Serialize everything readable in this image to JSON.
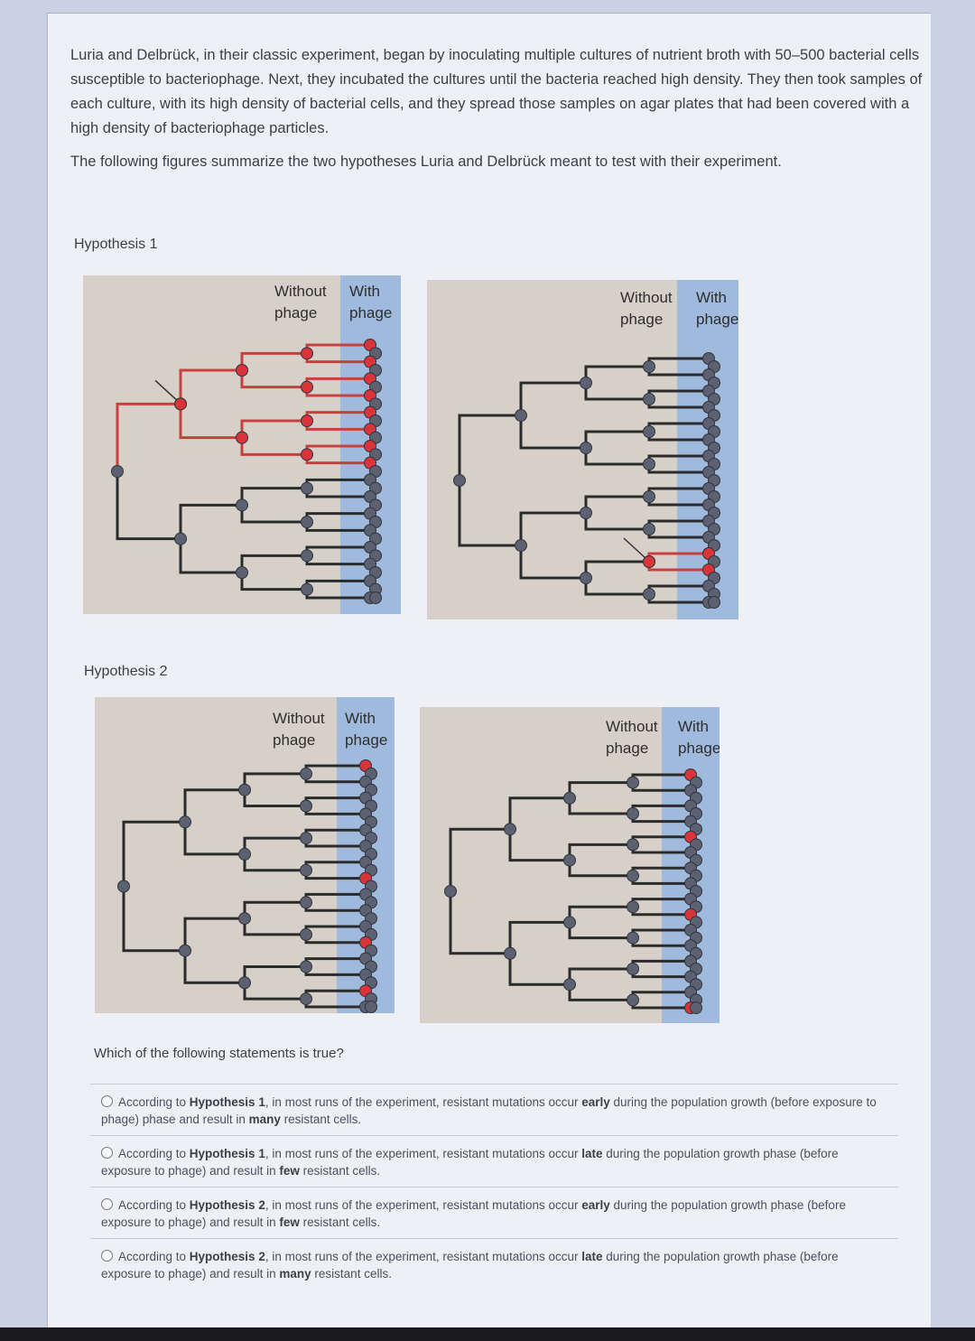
{
  "intro": {
    "p1": "Luria and Delbrück, in their classic experiment, began by inoculating multiple cultures of nutrient broth with 50–500 bacterial cells susceptible to bacteriophage. Next, they incubated the cultures until the bacteria reached high density. They then took samples of each culture, with its high density of bacterial cells, and they spread those samples on agar plates that had been covered with a high density of bacteriophage particles.",
    "p2": "The following figures summarize the two hypotheses Luria and Delbrück meant to test with their experiment."
  },
  "hypothesis1": {
    "label": "Hypothesis 1"
  },
  "hypothesis2": {
    "label": "Hypothesis 2"
  },
  "columns": {
    "without_1": "Without",
    "without_2": "phage",
    "with_1": "With",
    "with_2": "phage"
  },
  "colors": {
    "susceptible": "#5b6170",
    "resistant": "#d9343a",
    "tree_line": "#2b2b2b",
    "mutant_line": "#c8403e",
    "panel_bg": "#d6d0c8",
    "phage_bg": "#9fbadd"
  },
  "question": {
    "text": "Which of the following statements is true?"
  },
  "options": [
    {
      "pre": "According to ",
      "hyp": "Hypothesis 1",
      "mid": ", in most runs of the experiment, resistant mutations occur ",
      "timing": "early",
      "mid2": " during the population growth (before exposure to phage) phase and result in ",
      "amount": "many",
      "post": " resistant cells."
    },
    {
      "pre": "According to ",
      "hyp": "Hypothesis 1",
      "mid": ", in most runs of the experiment, resistant mutations occur ",
      "timing": "late",
      "mid2": " during the population growth phase (before exposure to phage) and result in ",
      "amount": "few",
      "post": " resistant cells."
    },
    {
      "pre": "According to ",
      "hyp": "Hypothesis 2",
      "mid": ", in most runs of the experiment, resistant mutations occur ",
      "timing": "early",
      "mid2": " during the population growth phase (before exposure to phage) and result in ",
      "amount": "few",
      "post": " resistant cells."
    },
    {
      "pre": "According to ",
      "hyp": "Hypothesis 2",
      "mid": ", in most runs of the experiment, resistant mutations occur ",
      "timing": "late",
      "mid2": " during the population growth phase (before exposure to phage) and result in ",
      "amount": "many",
      "post": " resistant cells."
    }
  ],
  "diagrams": [
    {
      "id": "h1-left",
      "mutation": "early-top",
      "resistant_leaves": [
        0,
        1,
        2,
        3,
        4,
        5,
        6,
        7
      ]
    },
    {
      "id": "h1-right",
      "mutation": "late",
      "resistant_leaves": [
        12,
        13
      ]
    },
    {
      "id": "h2-left",
      "mutation": "none",
      "resistant_leaves": [
        0,
        7,
        11,
        14
      ]
    },
    {
      "id": "h2-right",
      "mutation": "none",
      "resistant_leaves": [
        0,
        4,
        9,
        15
      ]
    }
  ]
}
